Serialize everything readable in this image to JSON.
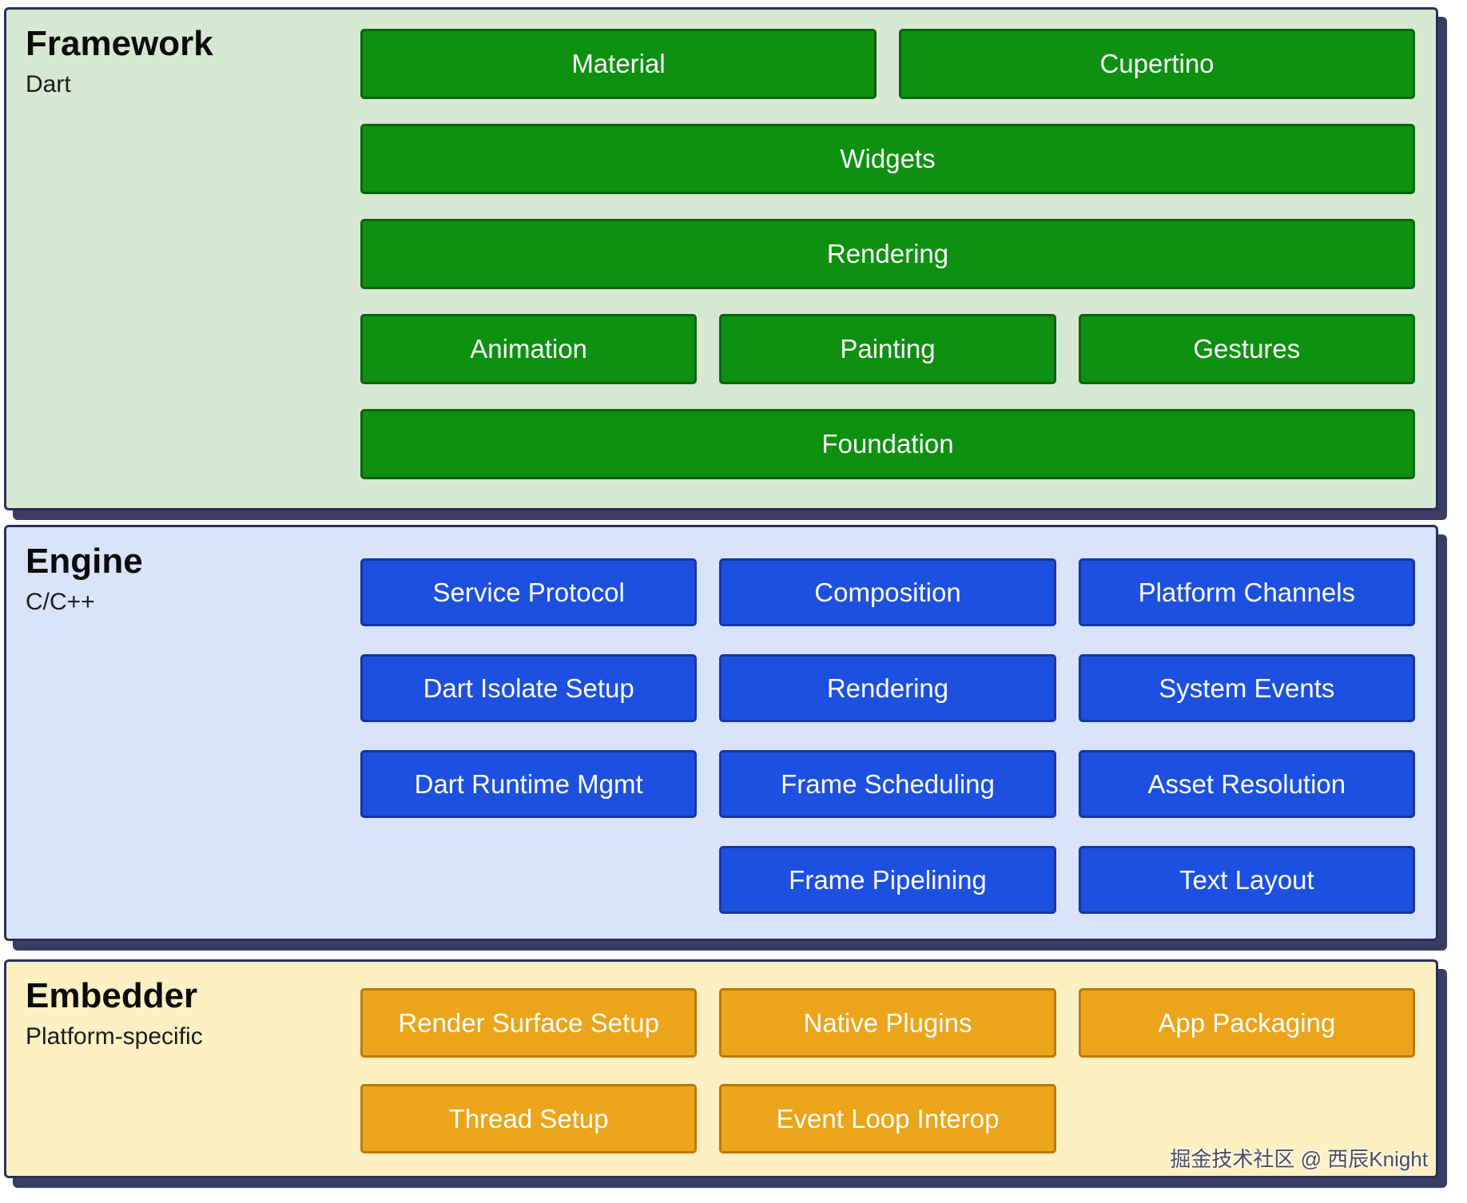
{
  "framework": {
    "title": "Framework",
    "subtitle": "Dart",
    "blocks": [
      "Material",
      "Cupertino",
      "Widgets",
      "Rendering",
      "Animation",
      "Painting",
      "Gestures",
      "Foundation"
    ]
  },
  "engine": {
    "title": "Engine",
    "subtitle": "C/C++",
    "blocks": [
      "Service Protocol",
      "Composition",
      "Platform Channels",
      "Dart Isolate Setup",
      "Rendering",
      "System Events",
      "Dart Runtime Mgmt",
      "Frame Scheduling",
      "Asset Resolution",
      "Frame Pipelining",
      "Text Layout"
    ]
  },
  "embedder": {
    "title": "Embedder",
    "subtitle": "Platform-specific",
    "blocks": [
      "Render Surface Setup",
      "Native Plugins",
      "App Packaging",
      "Thread Setup",
      "Event Loop Interop"
    ]
  },
  "watermark": "掘金技术社区 @ 西辰Knight",
  "colors": {
    "panel-border": "#2b3057",
    "panel-shadow": "#383e63",
    "framework-bg": "#d6e8d2",
    "framework-block": "#0e9011",
    "framework-block-border": "#0a650c",
    "engine-bg": "#d9e4fb",
    "engine-block": "#1d50e0",
    "engine-block-border": "#1535a6",
    "embedder-bg": "#fdf0c2",
    "embedder-block": "#eca41a",
    "embedder-block-border": "#b97a08"
  }
}
